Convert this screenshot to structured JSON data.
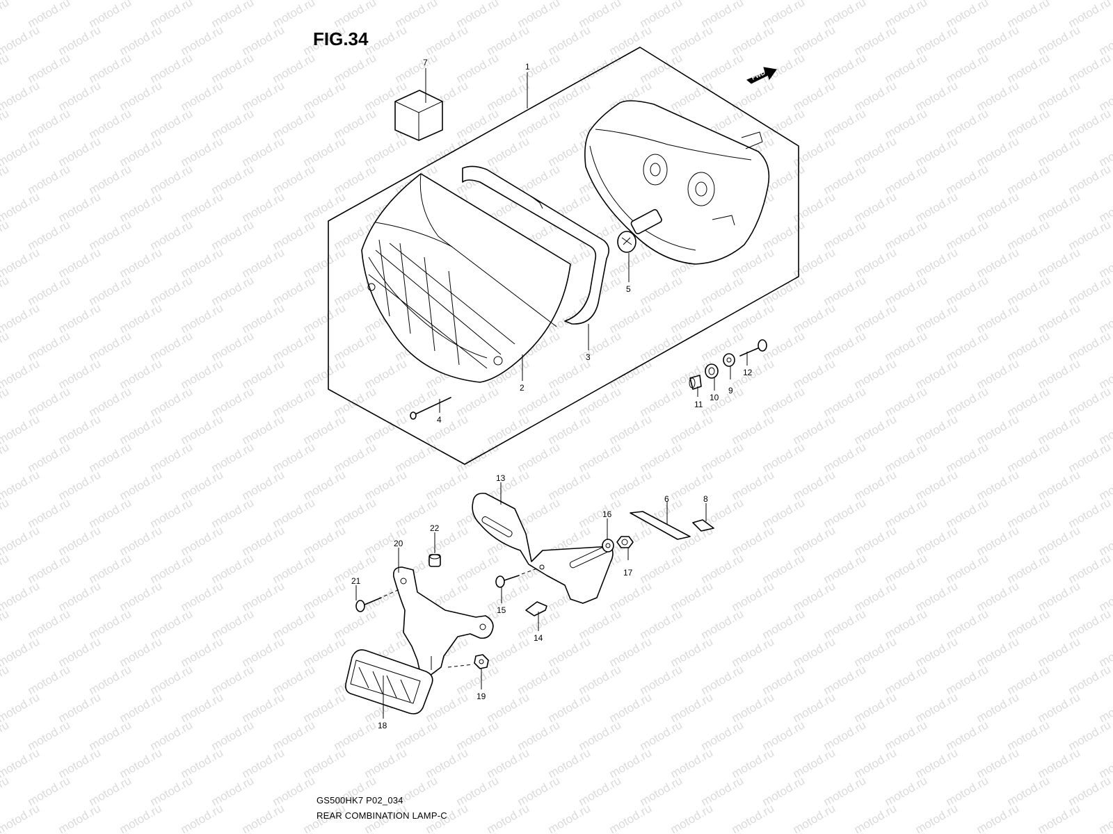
{
  "figure": {
    "title": "FIG.34",
    "caption_line1": "GS500HK7 P02_034",
    "caption_line2": "REAR COMBINATION LAMP-C",
    "fwd_label": "FWD",
    "watermark": "motod.ru"
  },
  "callouts": {
    "n1": "1",
    "n2": "2",
    "n3": "3",
    "n4": "4",
    "n5": "5",
    "n6": "6",
    "n7": "7",
    "n8": "8",
    "n9": "9",
    "n10": "10",
    "n11": "11",
    "n12": "12",
    "n13": "13",
    "n14": "14",
    "n15": "15",
    "n16": "16",
    "n17": "17",
    "n18": "18",
    "n19": "19",
    "n20": "20",
    "n21": "21",
    "n22": "22"
  },
  "colors": {
    "line": "#000000",
    "watermark": "#bdbdbd",
    "background": "#ffffff"
  }
}
